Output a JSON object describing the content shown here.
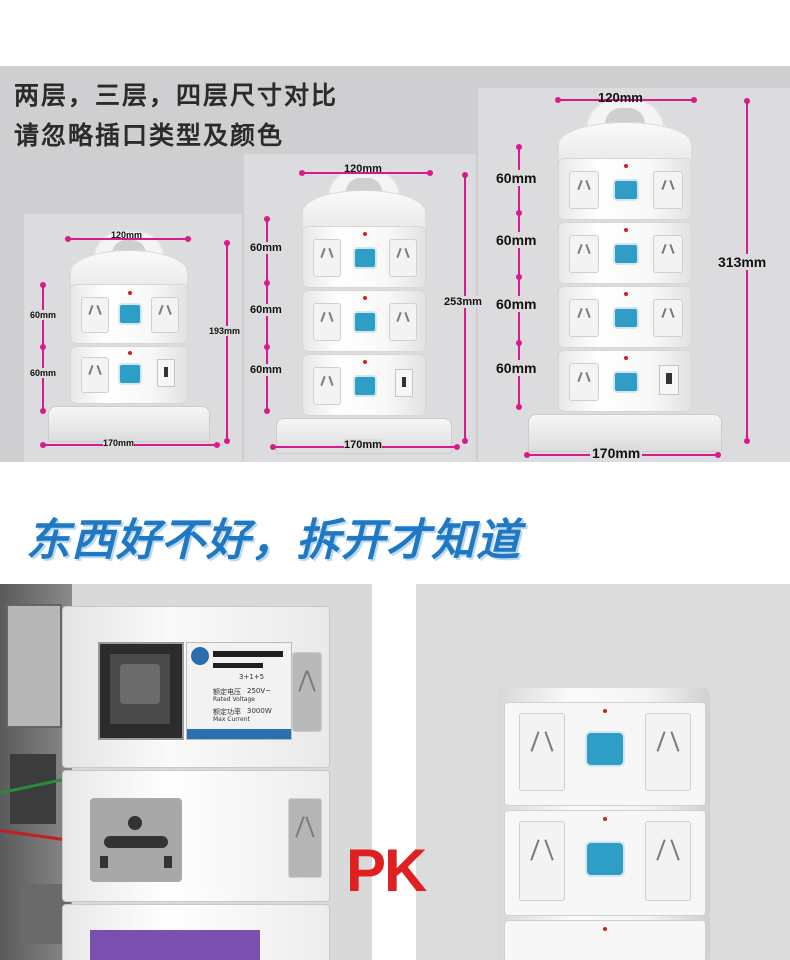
{
  "heading": {
    "line1": "两层，三层，四层尺寸对比",
    "line2": "请忽略插口类型及颜色"
  },
  "towers": {
    "two_layer": {
      "width_label": "120mm",
      "layer_labels": [
        "60mm",
        "60mm"
      ],
      "height_label": "193mm",
      "base_label": "170mm"
    },
    "three_layer": {
      "width_label": "120mm",
      "layer_labels": [
        "60mm",
        "60mm",
        "60mm"
      ],
      "height_label": "253mm",
      "base_label": "170mm"
    },
    "four_layer": {
      "width_label": "120mm",
      "layer_labels": [
        "60mm",
        "60mm",
        "60mm",
        "60mm"
      ],
      "height_label": "313mm",
      "base_label": "170mm"
    }
  },
  "slogan": "东西好不好，拆开才知道",
  "pk_label": "PK",
  "sticker": {
    "spec": "3+1+5",
    "rated_voltage_cn": "额定电压",
    "rated_voltage_en": "Rated Voltage",
    "rated_voltage_value": "250V~",
    "max_current_cn": "额定功率",
    "max_current_en": "Max Current",
    "max_current_value": "3000W"
  },
  "colors": {
    "dimension": "#d81b8c",
    "switch": "#2f9ec7",
    "slogan": "#1f78c4",
    "pk": "#e02020"
  }
}
